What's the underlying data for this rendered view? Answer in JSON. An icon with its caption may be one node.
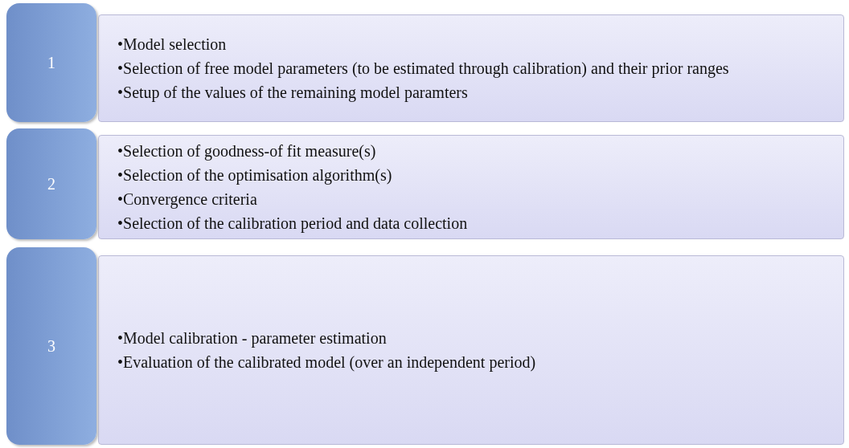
{
  "diagram": {
    "nodes": [
      {
        "text": [
          "1"
        ]
      },
      {
        "text": [
          "•Model selection",
          "•Selection of free model parameters (to be estimated through calibration) and their prior ranges",
          "•Setup of the values of the remaining model paramters"
        ]
      },
      {
        "text": [
          "2"
        ]
      },
      {
        "text": [
          "•Selection of goodness-of fit measure(s)",
          "•Selection of the optimisation algorithm(s)",
          "•Convergence criteria",
          "•Selection of the calibration period and data collection"
        ]
      },
      {
        "text": [
          "3"
        ]
      },
      {
        "text": [
          "•Model calibration - parameter estimation",
          "•Evaluation of the calibrated model (over an independent period)"
        ]
      }
    ]
  }
}
